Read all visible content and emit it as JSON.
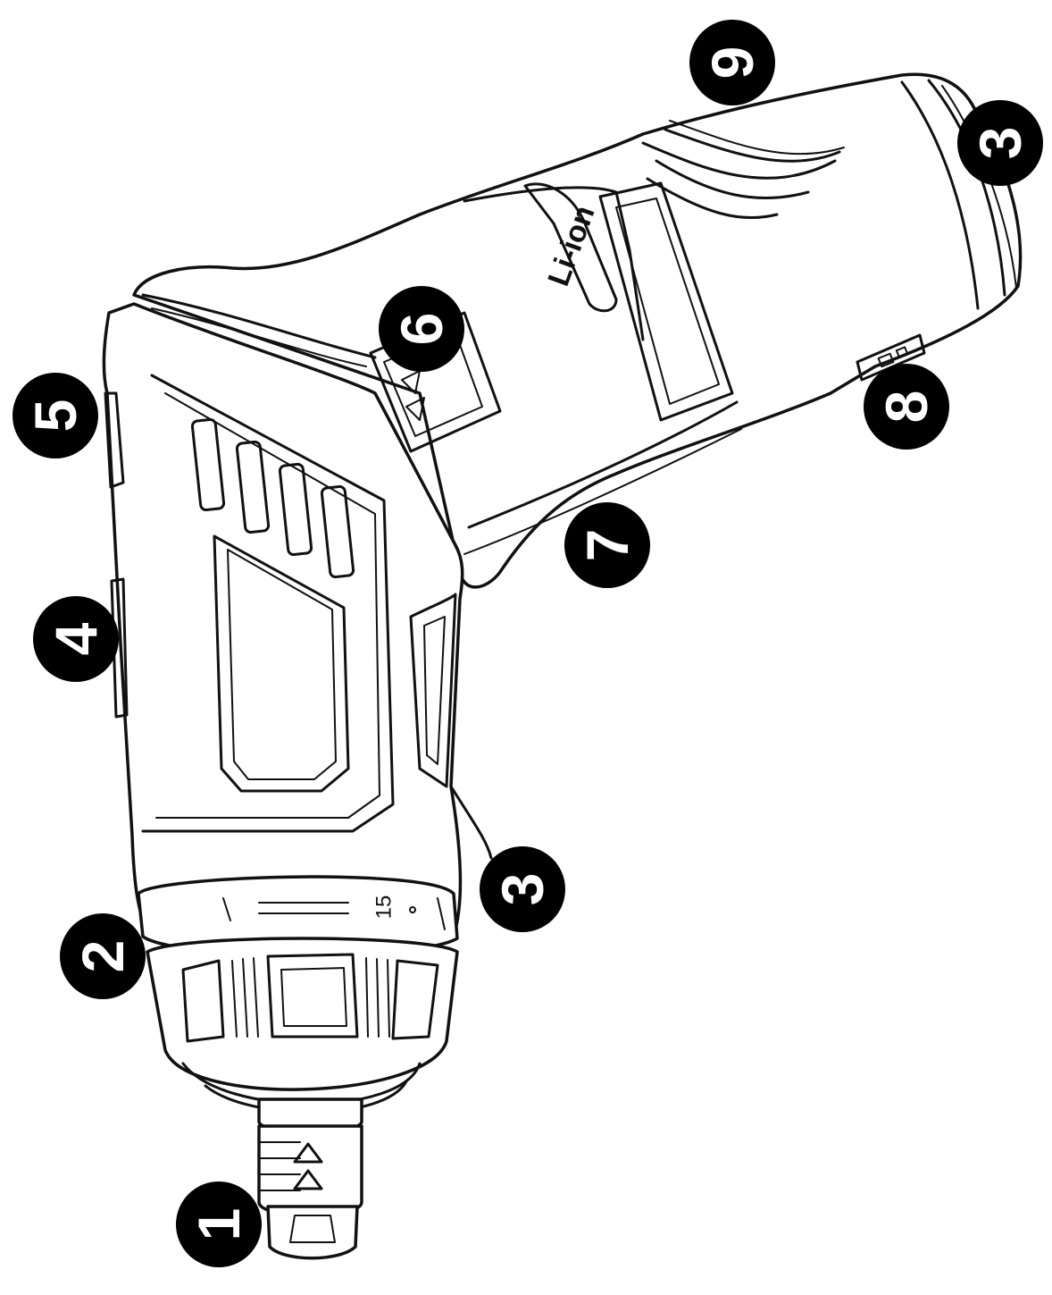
{
  "diagram": {
    "battery_badge": "Li-ion",
    "torque_ring_label": "15",
    "callouts": [
      {
        "id": "callout-1",
        "label": "1"
      },
      {
        "id": "callout-2",
        "label": "2"
      },
      {
        "id": "callout-3-ring",
        "label": "3"
      },
      {
        "id": "callout-3-cap",
        "label": "3"
      },
      {
        "id": "callout-4",
        "label": "4"
      },
      {
        "id": "callout-5",
        "label": "5"
      },
      {
        "id": "callout-6",
        "label": "6"
      },
      {
        "id": "callout-7",
        "label": "7"
      },
      {
        "id": "callout-8",
        "label": "8"
      },
      {
        "id": "callout-9",
        "label": "9"
      }
    ]
  },
  "colors": {
    "line": "#111111",
    "callout_fill": "#000000",
    "callout_text": "#ffffff",
    "background": "#ffffff"
  }
}
